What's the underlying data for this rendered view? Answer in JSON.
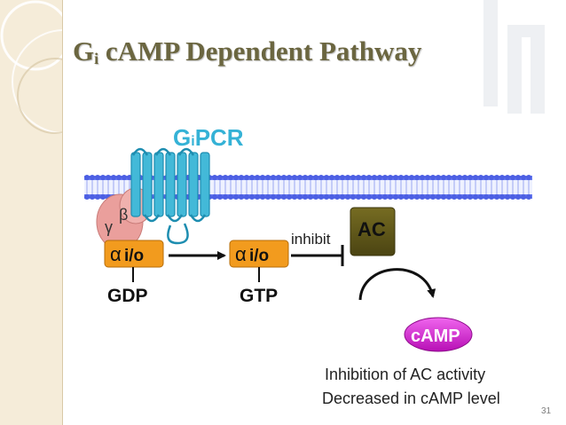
{
  "slide": {
    "title_letter": "G",
    "title_subscript": "i",
    "title_rest": " cAMP  Dependent Pathway",
    "slide_number": "31"
  },
  "diagram": {
    "receptor_label_prefix": "G",
    "receptor_label_sub": "i",
    "receptor_label_suffix": "PCR",
    "gamma_symbol": "γ",
    "beta_symbol": "β",
    "alpha_symbol": "α",
    "alpha_subtype": "i/o",
    "gdp_label": "GDP",
    "gtp_label": "GTP",
    "inhibit_label": "inhibit",
    "ac_label": "AC",
    "camp_label": "cAMP",
    "effect_line1": "Inhibition of AC activity",
    "effect_line2": "Decreased in cAMP level"
  },
  "colors": {
    "title": "#6b6640",
    "panel": "#f5ecd9",
    "receptor": "#3fb6d5",
    "membrane": "#5b6ee8",
    "gbeta_gamma": "#e9a3a0",
    "alpha_box": "#f29b1e",
    "ac_box": "#5c5418",
    "camp": "#d81fd4"
  }
}
